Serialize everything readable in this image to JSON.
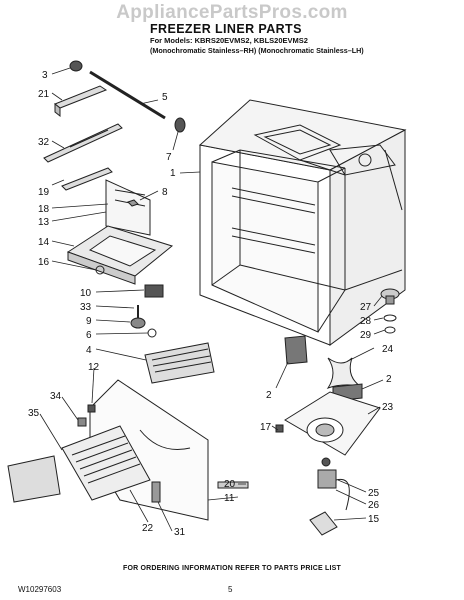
{
  "watermark": "AppliancePartsPros.com",
  "header": {
    "title": "FREEZER LINER PARTS",
    "models": "For Models: KBRS20EVMS2, KBLS20EVMS2",
    "variants": "(Monochromatic Stainless–RH) (Monochromatic Stainless–LH)"
  },
  "footer": {
    "order_note": "FOR ORDERING INFORMATION REFER TO PARTS PRICE LIST",
    "doc_number": "W10297603",
    "page_number": "5"
  },
  "callouts": [
    "3",
    "21",
    "5",
    "32",
    "7",
    "19",
    "1",
    "8",
    "18",
    "13",
    "14",
    "16",
    "10",
    "33",
    "9",
    "6",
    "4",
    "27",
    "28",
    "29",
    "24",
    "2",
    "2",
    "23",
    "12",
    "34",
    "35",
    "17",
    "20",
    "11",
    "25",
    "26",
    "15",
    "22",
    "31"
  ]
}
